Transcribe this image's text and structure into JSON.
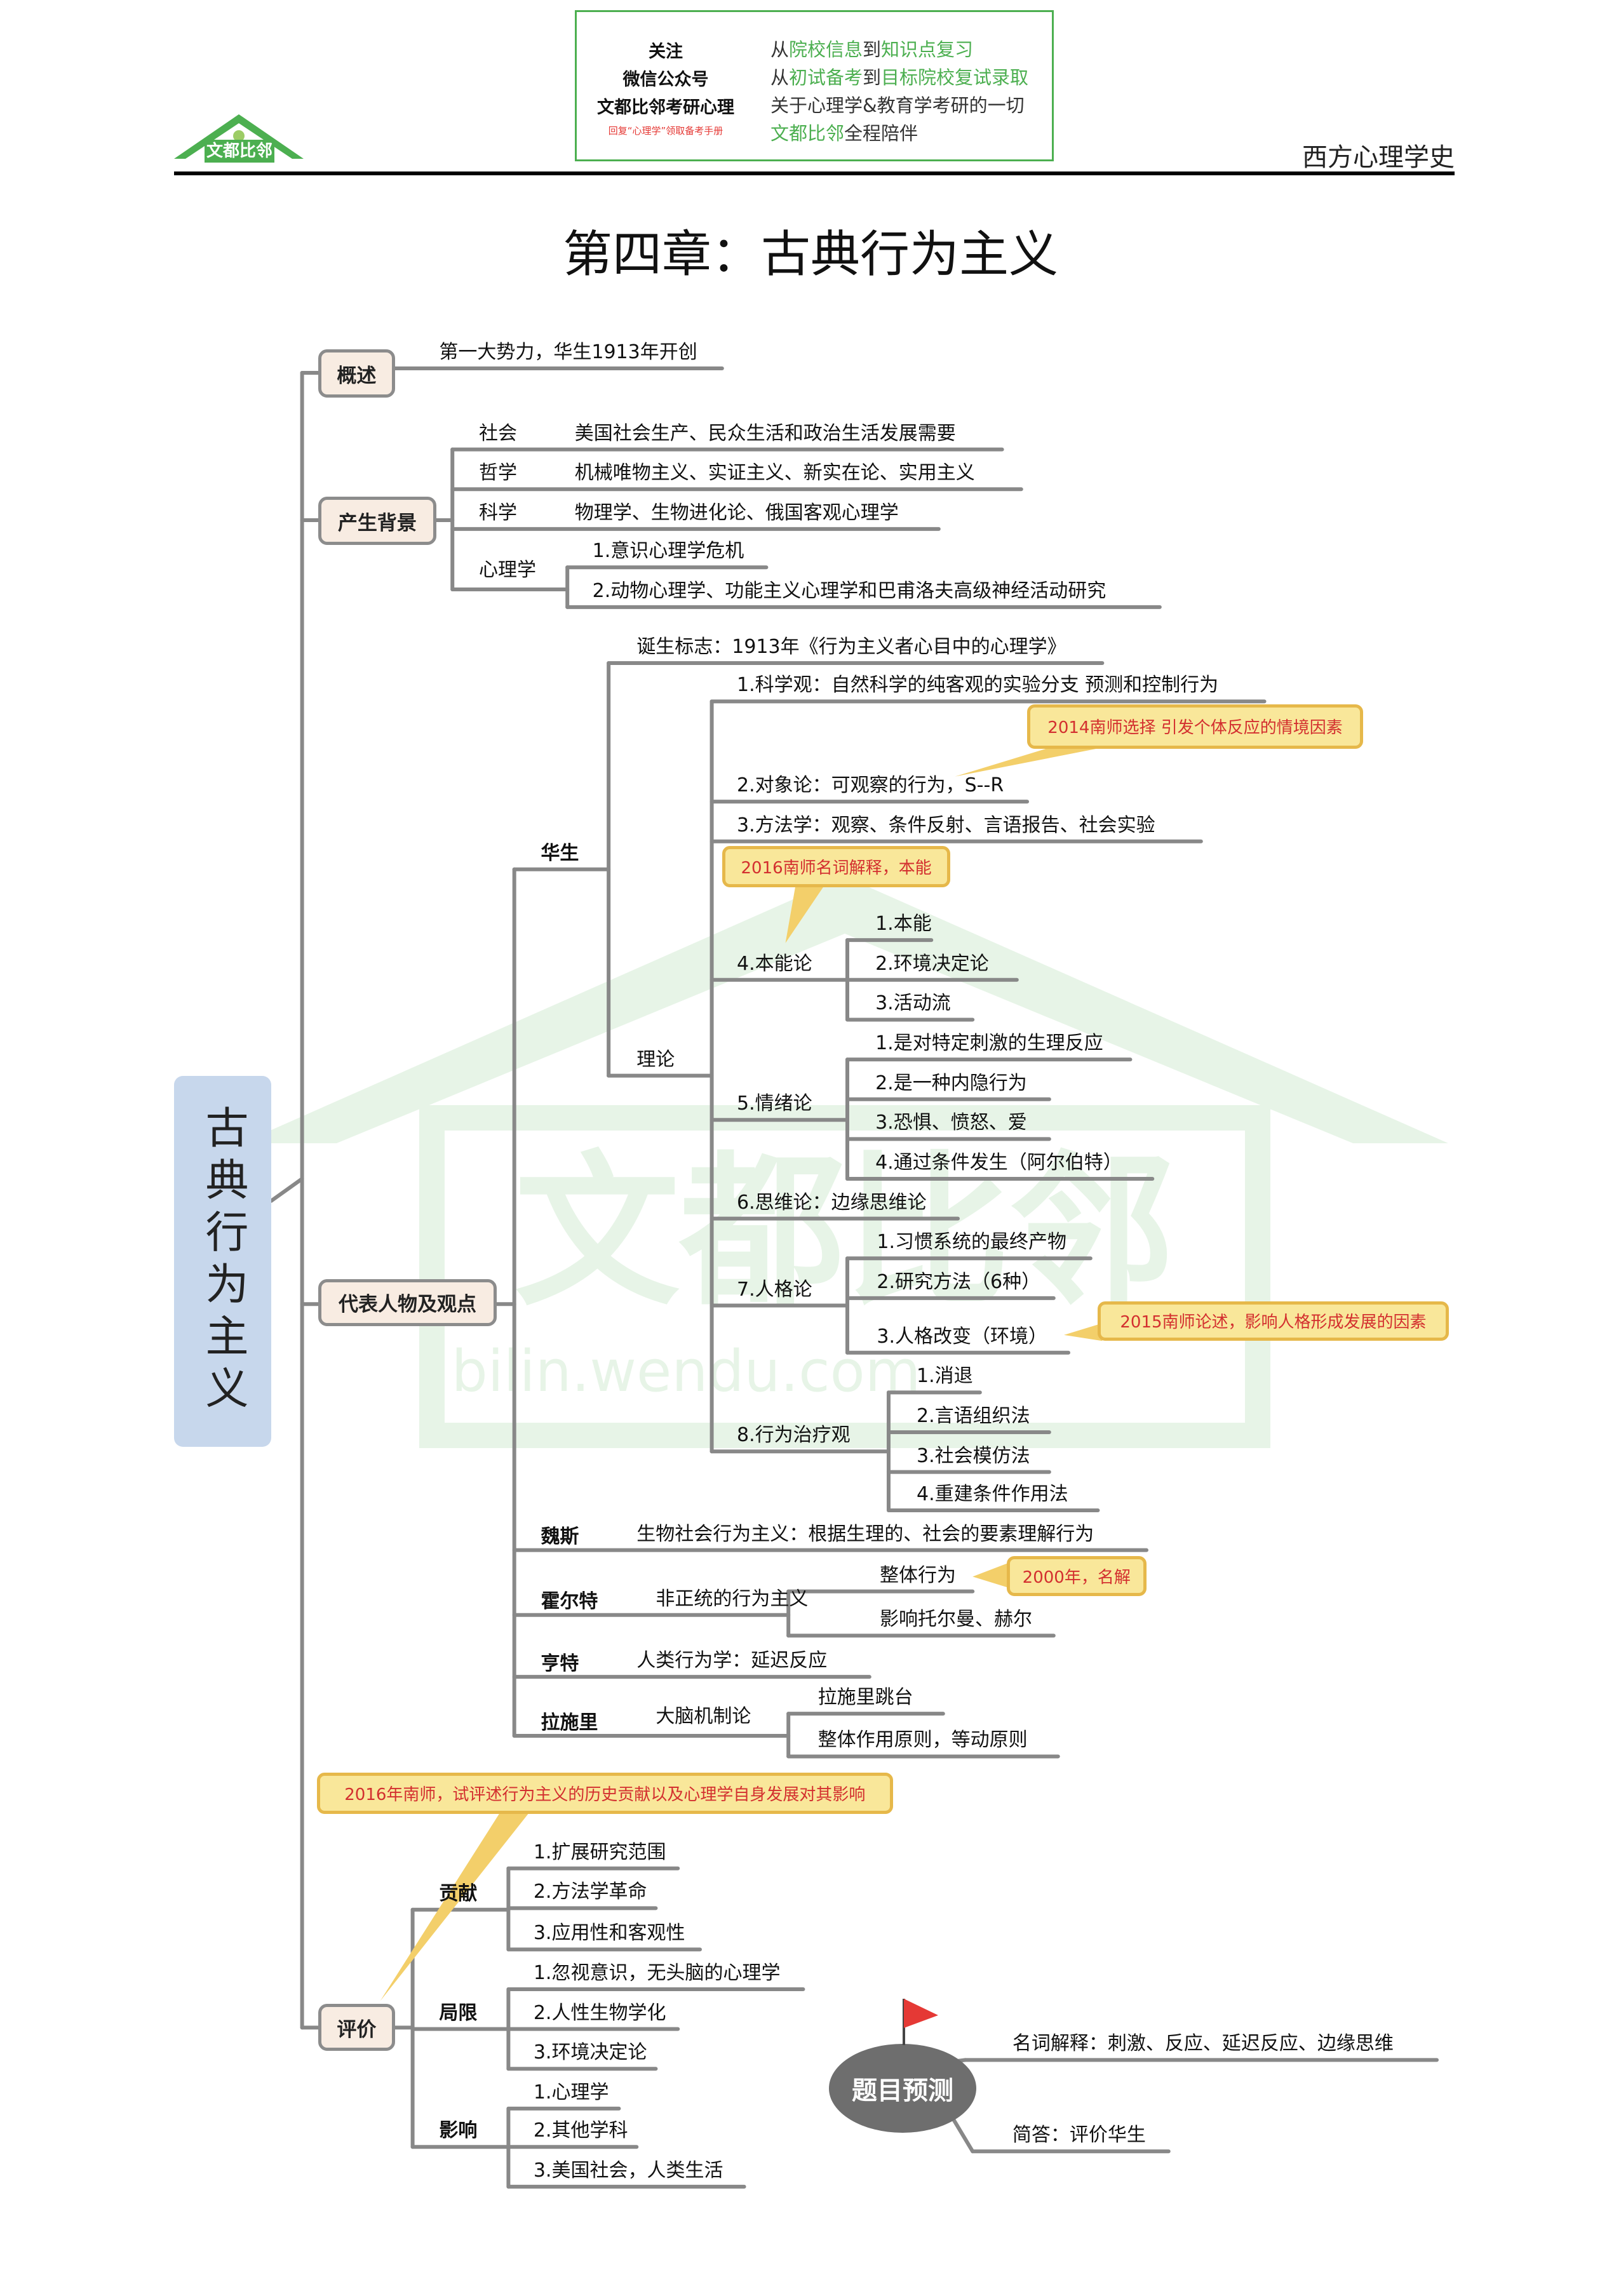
{
  "header": {
    "follow": "关注",
    "wechat": "微信公众号",
    "account": "文都比邻考研心理",
    "reply_hint": "回复“心理学”领取备考手册",
    "slogan1": [
      "从",
      "院校信息",
      "到",
      "知识点复习"
    ],
    "slogan2": [
      "从",
      "初试备考",
      "到",
      "目标院校复试录取"
    ],
    "slogan3": "关于心理学&教育学考研的一切",
    "slogan4": [
      "文都比邻",
      "全程陪伴"
    ],
    "logo_text": "文都比邻",
    "subject": "西方心理学史"
  },
  "title": "第四章：古典行为主义",
  "central": "古典行为主义",
  "watermark": {
    "brand": "文都比邻",
    "url": "bilin.wendu.com"
  },
  "overview": {
    "label": "概述",
    "text": "第一大势力，华生1913年开创"
  },
  "background": {
    "label": "产生背景",
    "society": {
      "label": "社会",
      "text": "美国社会生产、民众生活和政治生活发展需要"
    },
    "philosophy": {
      "label": "哲学",
      "text": "机械唯物主义、实证主义、新实在论、实用主义"
    },
    "science": {
      "label": "科学",
      "text": "物理学、生物进化论、俄国客观心理学"
    },
    "psychology": {
      "label": "心理学",
      "items": [
        "1.意识心理学危机",
        "2.动物心理学、功能主义心理学和巴甫洛夫高级神经活动研究"
      ]
    }
  },
  "figures": {
    "label": "代表人物及观点",
    "watson": {
      "label": "华生",
      "birth": "诞生标志：1913年《行为主义者心目中的心理学》",
      "theory_label": "理论",
      "science": "1.科学观：自然科学的纯客观的实验分支 预测和控制行为",
      "object": "2.对象论：可观察的行为，S--R",
      "method": "3.方法学：观察、条件反射、言语报告、社会实验",
      "instinct": {
        "label": "4.本能论",
        "items": [
          "1.本能",
          "2.环境决定论",
          "3.活动流"
        ]
      },
      "emotion": {
        "label": "5.情绪论",
        "items": [
          "1.是对特定刺激的生理反应",
          "2.是一种内隐行为",
          "3.恐惧、愤怒、爱",
          "4.通过条件发生（阿尔伯特）"
        ]
      },
      "thinking": "6.思维论：边缘思维论",
      "personality": {
        "label": "7.人格论",
        "items": [
          "1.习惯系统的最终产物",
          "2.研究方法（6种）",
          "3.人格改变（环境）"
        ]
      },
      "therapy": {
        "label": "8.行为治疗观",
        "items": [
          "1.消退",
          "2.言语组织法",
          "3.社会模仿法",
          "4.重建条件作用法"
        ]
      }
    },
    "weiss": {
      "label": "魏斯",
      "text": "生物社会行为主义：根据生理的、社会的要素理解行为"
    },
    "holt": {
      "label": "霍尔特",
      "text": "非正统的行为主义",
      "items": [
        "整体行为",
        "影响托尔曼、赫尔"
      ]
    },
    "hunter": {
      "label": "亨特",
      "text": "人类行为学：延迟反应"
    },
    "lashley": {
      "label": "拉施里",
      "text": "大脑机制论",
      "items": [
        "拉施里跳台",
        "整体作用原则，等动原则"
      ]
    }
  },
  "evaluation": {
    "label": "评价",
    "contribution": {
      "label": "贡献",
      "items": [
        "1.扩展研究范围",
        "2.方法学革命",
        "3.应用性和客观性"
      ]
    },
    "limitation": {
      "label": "局限",
      "items": [
        "1.忽视意识，无头脑的心理学",
        "2.人性生物学化",
        "3.环境决定论"
      ]
    },
    "influence": {
      "label": "影响",
      "items": [
        "1.心理学",
        "2.其他学科",
        "3.美国社会，人类生活"
      ]
    }
  },
  "callouts": {
    "c2014": "2014南师选择 引发个体反应的情境因素",
    "c2016": "2016南师名词解释，本能",
    "c2015": "2015南师论述，影响人格形成发展的因素",
    "c2000": "2000年，名解",
    "c2016eval": "2016年南师，试评述行为主义的历史贡献以及心理学自身发展对其影响"
  },
  "prediction": {
    "label": "题目预测",
    "terms": "名词解释：刺激、反应、延迟反应、边缘思维",
    "short": "简答：评价华生"
  },
  "colors": {
    "line": "#888888",
    "box_fill": "#f8ece2",
    "central_fill": "#c7d7ec",
    "callout_fill": "#f9e79a",
    "callout_text": "#d32f2f",
    "brand_green": "#4caf50",
    "flag": "#e53935"
  }
}
